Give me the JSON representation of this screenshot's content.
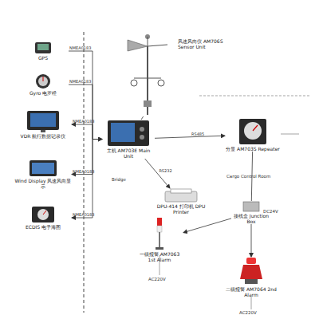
{
  "diagram": {
    "nodes": [
      {
        "text": [
          "GPS"
        ]
      },
      {
        "text": [
          "Gyro 电罗经"
        ]
      },
      {
        "text": [
          "VDR 航行数据记录仪"
        ]
      },
      {
        "text": [
          "Wind Display 风速风向显示"
        ]
      },
      {
        "text": [
          "ECDIS 电子海图"
        ]
      },
      {
        "text": [
          "风速风向仪 AM706S Sensor Unit"
        ]
      },
      {
        "text": [
          "主机 AM703E Main Unit"
        ]
      },
      {
        "text": [
          "DPU-414 打印机 DPU Printer"
        ]
      },
      {
        "text": [
          "分显 AM703S Repeater"
        ]
      },
      {
        "text": [
          "接线盒 Junction Box"
        ]
      },
      {
        "text": [
          "一级报警 AM7063 1st Alarm"
        ]
      },
      {
        "text": [
          "二级报警 AM7064 2nd Alarm"
        ]
      }
    ],
    "edges": [
      {
        "from": 0,
        "to": 6,
        "arrow": "to",
        "label": "NMEA0183"
      },
      {
        "from": 1,
        "to": 6,
        "arrow": "to",
        "label": "NMEA0183"
      },
      {
        "from": 6,
        "to": 2,
        "arrow": "to",
        "label": "NMEA0183"
      },
      {
        "from": 6,
        "to": 3,
        "arrow": "to",
        "label": "NMEA0183"
      },
      {
        "from": 6,
        "to": 4,
        "arrow": "to",
        "label": "NMEA0183"
      },
      {
        "from": 5,
        "to": 6,
        "arrow": "none"
      },
      {
        "from": 6,
        "to": 7,
        "arrow": "to",
        "label": "RS232"
      },
      {
        "from": 6,
        "to": 8,
        "arrow": "to",
        "label": "RS485"
      },
      {
        "from": 8,
        "to": 9,
        "arrow": "none"
      },
      {
        "from": 9,
        "to": 10,
        "arrow": "to"
      },
      {
        "from": 9,
        "to": 11,
        "arrow": "to"
      }
    ],
    "labels": [
      "Bridge",
      "Cargo Control Room",
      "AC220V",
      "AC220V",
      "DC24V"
    ]
  }
}
